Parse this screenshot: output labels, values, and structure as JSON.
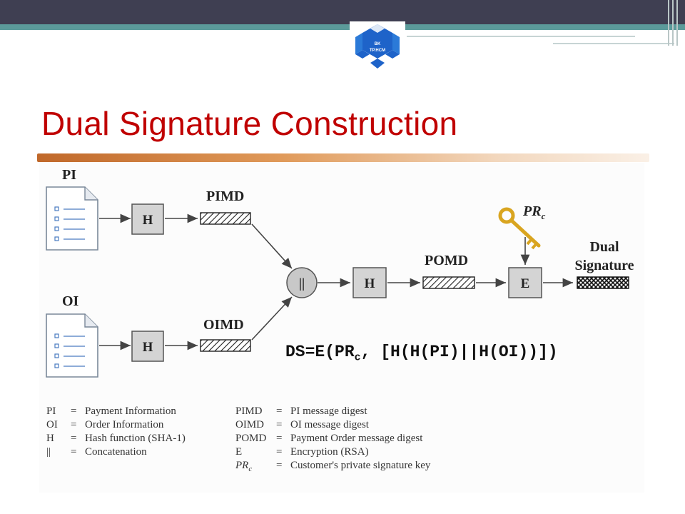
{
  "logo": {
    "line1": "BK",
    "line2": "TP.HCM"
  },
  "slide": {
    "title": "Dual Signature Construction"
  },
  "diagram": {
    "nodes": {
      "pi": "PI",
      "oi": "OI",
      "hash_top": "H",
      "hash_bottom": "H",
      "hash_middle": "H",
      "concat": "||",
      "encrypt": "E",
      "pimd": "PIMD",
      "oimd": "OIMD",
      "pomd": "POMD",
      "key_main": "PR",
      "key_sub": "c",
      "dual_line1": "Dual",
      "dual_line2": "Signature"
    },
    "formula": {
      "prefix": "DS=E(PR",
      "sub": "c",
      "suffix": ", [H(H(PI)||H(OI))])"
    },
    "legend": {
      "left": [
        {
          "term": "PI",
          "eq": "=",
          "desc": "Payment Information"
        },
        {
          "term": "OI",
          "eq": "=",
          "desc": "Order Information"
        },
        {
          "term": "H",
          "eq": "=",
          "desc": "Hash function (SHA-1)"
        },
        {
          "term": "||",
          "eq": "=",
          "desc": "Concatenation"
        }
      ],
      "right": [
        {
          "term": "PIMD",
          "eq": "=",
          "desc": "PI message digest"
        },
        {
          "term": "OIMD",
          "eq": "=",
          "desc": "OI message digest"
        },
        {
          "term": "POMD",
          "eq": "=",
          "desc": "Payment Order message digest"
        },
        {
          "term": "E",
          "eq": "=",
          "desc": "Encryption (RSA)"
        },
        {
          "term": "PR",
          "term_sub": "c",
          "eq": "=",
          "desc": "Customer's private signature key"
        }
      ]
    }
  },
  "colors": {
    "title": "#c00000",
    "topbar": "#3f3f52",
    "accent": "#5b9a9a",
    "logo_blue": "#1e63c9",
    "key_gold": "#d9a520"
  }
}
